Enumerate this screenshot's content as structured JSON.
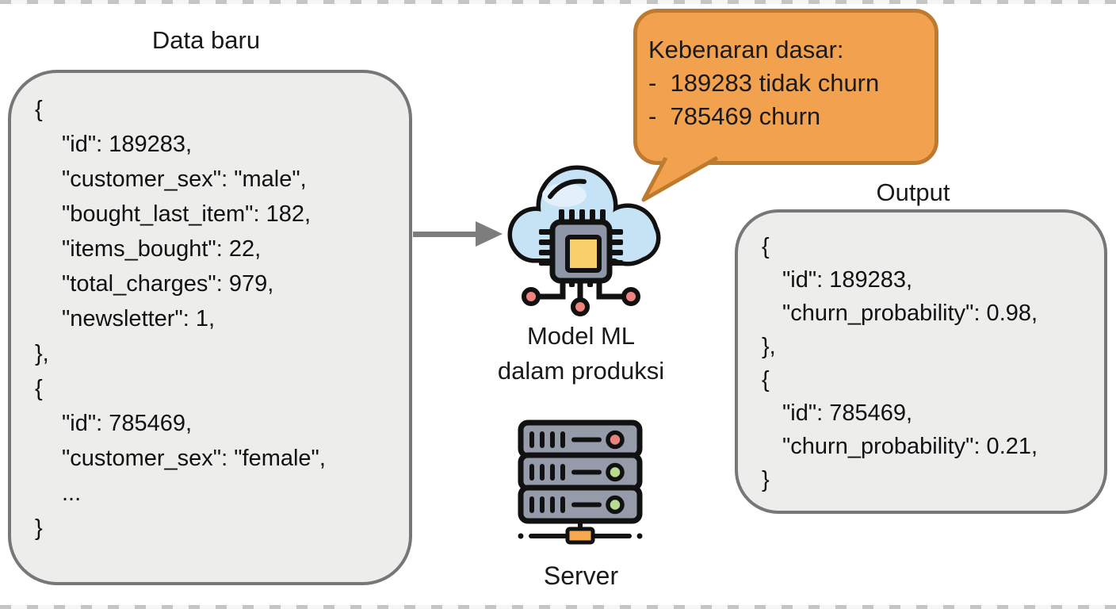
{
  "colors": {
    "background": "#FFFFFF",
    "panel_fill": "#EDEDEC",
    "panel_border": "#777777",
    "bubble_fill": "#F2A24E",
    "bubble_border": "#BE7A2F",
    "arrow_gray": "#7D7D7D",
    "cloud_blue": "#C6E2F5",
    "cloud_highlight": "#E1F0FA",
    "chip_gray": "#8E96A8",
    "chip_core_yellow": "#F8D06B",
    "node_pink": "#F0837E",
    "server_gray": "#959BA8",
    "led_red": "#E8837D",
    "led_green": "#B9DB90",
    "connector_orange": "#F5A84E",
    "outline_black": "#111111",
    "text_black": "#1A1A1A"
  },
  "left_panel": {
    "title": "Data baru",
    "code_lines": [
      {
        "text": "{",
        "indent": 0
      },
      {
        "text": "\"id\": 189283,",
        "indent": 1
      },
      {
        "text": "\"customer_sex\": \"male\",",
        "indent": 1
      },
      {
        "text": "\"bought_last_item\": 182,",
        "indent": 1
      },
      {
        "text": "\"items_bought\": 22,",
        "indent": 1
      },
      {
        "text": "\"total_charges\": 979,",
        "indent": 1
      },
      {
        "text": "\"newsletter\": 1,",
        "indent": 1
      },
      {
        "text": "},",
        "indent": 0
      },
      {
        "text": "{",
        "indent": 0
      },
      {
        "text": "\"id\": 785469,",
        "indent": 1
      },
      {
        "text": "\"customer_sex\": \"female\",",
        "indent": 1
      },
      {
        "text": "...",
        "indent": 1
      },
      {
        "text": "}",
        "indent": 0
      }
    ]
  },
  "ground_truth_bubble": {
    "title": "Kebenaran dasar:",
    "items": [
      "-  189283 tidak churn",
      "-  785469 churn"
    ]
  },
  "model": {
    "icon": "cloud-chip-icon",
    "label_line1": "Model ML",
    "label_line2": "dalam produksi"
  },
  "server": {
    "icon": "server-rack-icon",
    "label": "Server"
  },
  "output_panel": {
    "title": "Output",
    "code_lines": [
      {
        "text": "{",
        "indent": 0
      },
      {
        "text": "\"id\": 189283,",
        "indent": 1
      },
      {
        "text": "\"churn_probability\": 0.98,",
        "indent": 1
      },
      {
        "text": "},",
        "indent": 0
      },
      {
        "text": "{",
        "indent": 0
      },
      {
        "text": "\"id\": 785469,",
        "indent": 1
      },
      {
        "text": "\"churn_probability\": 0.21,",
        "indent": 1
      },
      {
        "text": "}",
        "indent": 0
      }
    ]
  }
}
